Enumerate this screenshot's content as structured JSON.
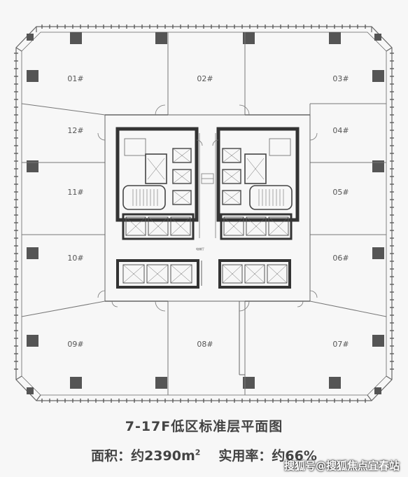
{
  "plan": {
    "units": {
      "u01": "01#",
      "u02": "02#",
      "u03": "03#",
      "u04": "04#",
      "u05": "05#",
      "u06": "06#",
      "u07": "07#",
      "u08": "08#",
      "u09": "09#",
      "u10": "10#",
      "u11": "11#",
      "u12": "12#"
    },
    "hall_label": "电梯厅"
  },
  "caption": {
    "title": "7-17F低区标准层平面图",
    "area_label": "面积：约2390m",
    "area_sup": "2",
    "ratio_label": "实用率：约66%"
  },
  "watermark": "搜狐号@搜狐焦点宜春站",
  "colors": {
    "wall": "#444444",
    "line": "#777777",
    "background": "#f7f7f7",
    "text": "#444444"
  }
}
